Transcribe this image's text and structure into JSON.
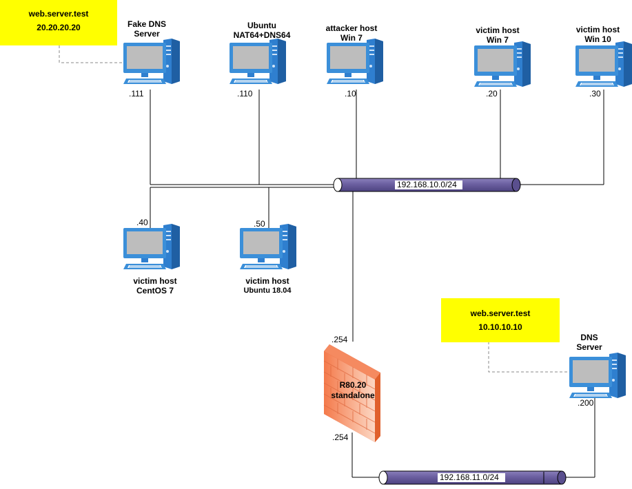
{
  "notes": {
    "fake_dns": {
      "host": "web.server.test",
      "ip": "20.20.20.20"
    },
    "real_dns": {
      "host": "web.server.test",
      "ip": "10.10.10.10"
    }
  },
  "hosts": {
    "fake_dns": {
      "line1": "Fake DNS",
      "line2": "Server",
      "ip": ".111"
    },
    "ubuntu_nat": {
      "line1": "Ubuntu",
      "line2": "NAT64+DNS64",
      "ip": ".110"
    },
    "attacker": {
      "line1": "attacker host",
      "line2": "Win 7",
      "ip": ".10"
    },
    "victim_win7": {
      "line1": "victim host",
      "line2": "Win 7",
      "ip": ".20"
    },
    "victim_win10": {
      "line1": "victim host",
      "line2": "Win 10",
      "ip": ".30"
    },
    "victim_centos": {
      "line1": "victim host",
      "line2": "CentOS 7",
      "ip": ".40"
    },
    "victim_ubuntu": {
      "line1": "victim host",
      "line2": "Ubuntu 18.04",
      "ip": ".50"
    },
    "dns_server": {
      "line1": "DNS",
      "line2": "Server",
      "ip": ".200"
    }
  },
  "networks": {
    "lan": "192.168.10.0/24",
    "wan": "192.168.11.0/24"
  },
  "firewall": {
    "line1": "R80.20",
    "line2": "standalone",
    "ip_top": ".254",
    "ip_bottom": ".254"
  },
  "colors": {
    "note_bg": "#ffff00",
    "pipe_fill": "#6b5fa0",
    "monitor_blue": "#3b8fd9",
    "screen_grey": "#bdbdbd",
    "firewall_red": "#f05a28"
  }
}
